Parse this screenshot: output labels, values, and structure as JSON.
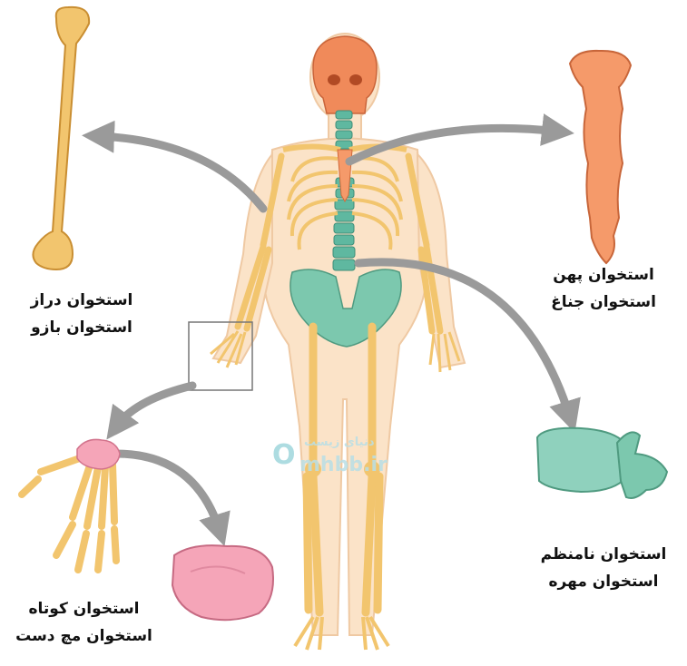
{
  "labels": {
    "long_bone": {
      "type": "استخوان دراز",
      "example": "استخوان بازو"
    },
    "flat_bone": {
      "type": "استخوان پهن",
      "example": "استخوان جناغ"
    },
    "irregular_bone": {
      "type": "استخوان نامنظم",
      "example": "استخوان مهره"
    },
    "short_bone": {
      "type": "استخوان کوتاه",
      "example": "استخوان مچ دست"
    }
  },
  "watermark": {
    "name": "دنیای زیست",
    "site": "mhbb.ir"
  },
  "colors": {
    "bone": "#f2c56e",
    "bone_dark": "#d9993a",
    "skin": "#fbe3c8",
    "skull": "#f08a5a",
    "sternum": "#f59a6a",
    "spine": "#5fb8a0",
    "pelvis": "#7cc8ae",
    "carpal": "#f5a5b8",
    "arrow": "#9a9a9a"
  }
}
